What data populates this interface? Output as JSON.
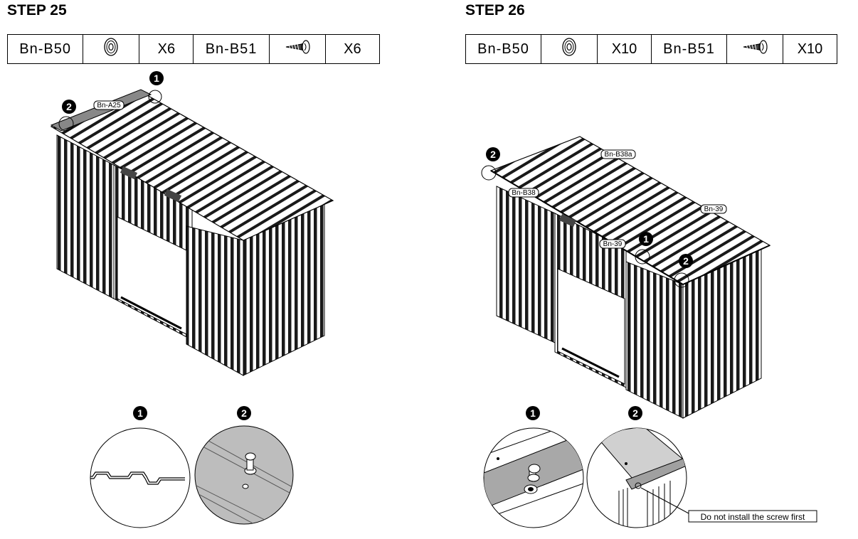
{
  "step25": {
    "title": "STEP 25",
    "parts": [
      {
        "code": "Bn-B50",
        "icon": "washer-icon",
        "qty": "X6"
      },
      {
        "code": "Bn-B51",
        "icon": "screw-icon",
        "qty": "X6"
      }
    ],
    "callouts": {
      "a25": "Bn-A25"
    },
    "markers": {
      "m1": "1",
      "m2": "2"
    },
    "detail_markers": {
      "d1": "1",
      "d2": "2"
    }
  },
  "step26": {
    "title": "STEP 26",
    "parts": [
      {
        "code": "Bn-B50",
        "icon": "washer-icon",
        "qty": "X10"
      },
      {
        "code": "Bn-B51",
        "icon": "screw-icon",
        "qty": "X10"
      }
    ],
    "callouts": {
      "b38a": "Bn-B38a",
      "b38": "Bn-B38",
      "b39_right": "Bn-39",
      "b39_mid": "Bn-39"
    },
    "markers": {
      "m2_left": "2",
      "m1": "1",
      "m2_right": "2"
    },
    "detail_markers": {
      "d1": "1",
      "d2": "2"
    },
    "note": "Do not install the screw first"
  }
}
